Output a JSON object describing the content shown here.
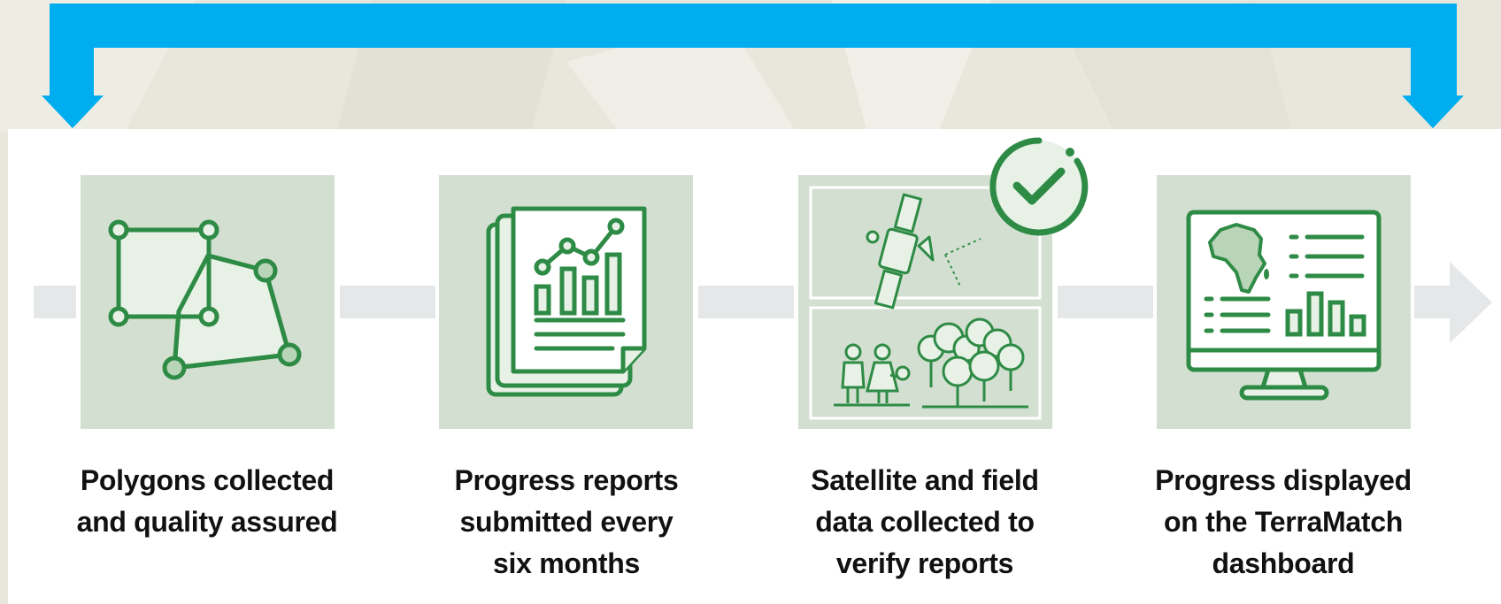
{
  "diagram": {
    "steps": [
      {
        "label": "Polygons collected\nand quality assured",
        "icon": "polygons-icon"
      },
      {
        "label": "Progress reports\nsubmitted every\nsix months",
        "icon": "report-icon"
      },
      {
        "label": "Satellite and field\ndata collected to\nverify reports",
        "icon": "satellite-field-icon"
      },
      {
        "label": "Progress displayed\non the TerraMatch\ndashboard",
        "icon": "dashboard-icon"
      }
    ],
    "colors": {
      "loop_arrow": "#00adef",
      "icon_green": "#2e8b45",
      "tile_bg": "#d3e0d1",
      "flow_bar": "#e6e7e8"
    },
    "badge_icon": "check-circle-icon",
    "loop_icon": "feedback-loop-arrow-icon"
  }
}
